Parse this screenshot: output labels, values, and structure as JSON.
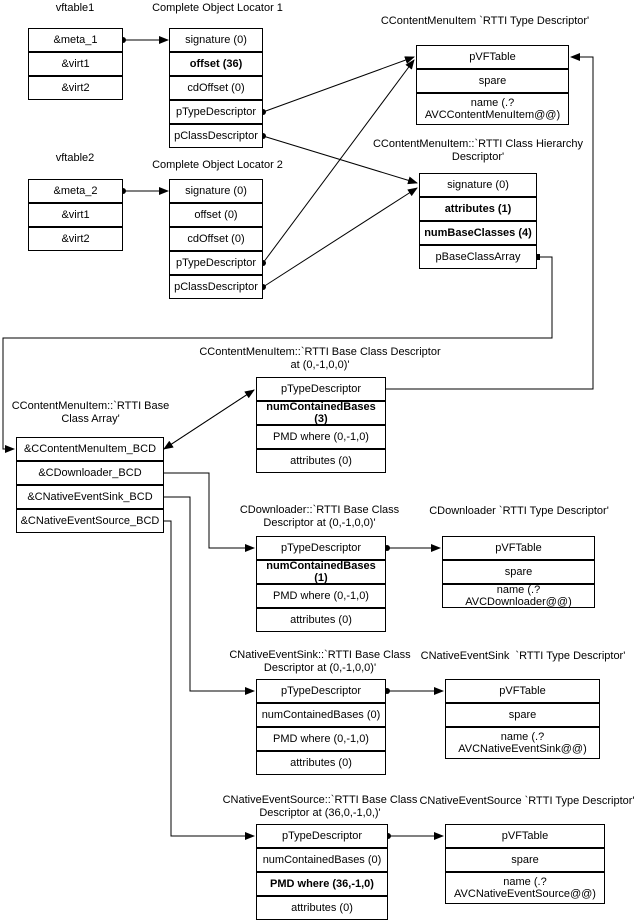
{
  "colors": {
    "line": "#000000",
    "background": "#ffffff",
    "text": "#000000"
  },
  "boxes": {
    "vftable1": {
      "title": "vftable1",
      "rows": [
        {
          "label": "&meta_1"
        },
        {
          "label": "&virt1"
        },
        {
          "label": "&virt2"
        }
      ]
    },
    "col1": {
      "title": "Complete Object Locator 1",
      "rows": [
        {
          "label": "signature (0)"
        },
        {
          "label": "offset (36)",
          "bold": true
        },
        {
          "label": "cdOffset (0)"
        },
        {
          "label": "pTypeDescriptor"
        },
        {
          "label": "pClassDescriptor"
        }
      ]
    },
    "vftable2": {
      "title": "vftable2",
      "rows": [
        {
          "label": "&meta_2"
        },
        {
          "label": "&virt1"
        },
        {
          "label": "&virt2"
        }
      ]
    },
    "col2": {
      "title": "Complete Object Locator 2",
      "rows": [
        {
          "label": "signature (0)"
        },
        {
          "label": "offset (0)"
        },
        {
          "label": "cdOffset (0)"
        },
        {
          "label": "pTypeDescriptor"
        },
        {
          "label": "pClassDescriptor"
        }
      ]
    },
    "td_menuitem": {
      "title": "CContentMenuItem `RTTI Type Descriptor'",
      "rows": [
        {
          "label": "pVFTable"
        },
        {
          "label": "spare"
        },
        {
          "label": "name (.?AVCContentMenuItem@@)"
        }
      ]
    },
    "chd": {
      "title": "CContentMenuItem::`RTTI Class Hierarchy Descriptor'",
      "rows": [
        {
          "label": "signature (0)"
        },
        {
          "label": "attributes (1)",
          "bold": true
        },
        {
          "label": "numBaseClasses (4)",
          "bold": true
        },
        {
          "label": "pBaseClassArray"
        }
      ]
    },
    "bca": {
      "title": "CContentMenuItem::`RTTI Base Class Array'",
      "rows": [
        {
          "label": "&CContentMenuItem_BCD"
        },
        {
          "label": "&CDownloader_BCD"
        },
        {
          "label": "&CNativeEventSink_BCD"
        },
        {
          "label": "&CNativeEventSource_BCD"
        }
      ]
    },
    "bcd_menuitem": {
      "title": "CContentMenuItem::`RTTI Base Class Descriptor at (0,-1,0,0)'",
      "rows": [
        {
          "label": "pTypeDescriptor"
        },
        {
          "label": "numContainedBases (3)",
          "bold": true
        },
        {
          "label": "PMD where (0,-1,0)"
        },
        {
          "label": "attributes (0)"
        }
      ]
    },
    "bcd_downloader": {
      "title": "CDownloader::`RTTI Base Class Descriptor at (0,-1,0,0)'",
      "rows": [
        {
          "label": "pTypeDescriptor"
        },
        {
          "label": "numContainedBases (1)",
          "bold": true
        },
        {
          "label": "PMD where (0,-1,0)"
        },
        {
          "label": "attributes (0)"
        }
      ]
    },
    "td_downloader": {
      "title": "CDownloader `RTTI Type Descriptor'",
      "rows": [
        {
          "label": "pVFTable"
        },
        {
          "label": "spare"
        },
        {
          "label": "name (.?AVCDownloader@@)"
        }
      ]
    },
    "bcd_sink": {
      "title": "CNativeEventSink::`RTTI Base Class Descriptor at (0,-1,0,0)'",
      "rows": [
        {
          "label": "pTypeDescriptor"
        },
        {
          "label": "numContainedBases (0)"
        },
        {
          "label": "PMD where (0,-1,0)"
        },
        {
          "label": "attributes (0)"
        }
      ]
    },
    "td_sink": {
      "title": "CNativeEventSink  `RTTI Type Descriptor'",
      "rows": [
        {
          "label": "pVFTable"
        },
        {
          "label": "spare"
        },
        {
          "label": "name (.?AVCNativeEventSink@@)"
        }
      ]
    },
    "bcd_source": {
      "title": "CNativeEventSource::`RTTI Base Class Descriptor at (36,0,-1,0,)'",
      "rows": [
        {
          "label": "pTypeDescriptor"
        },
        {
          "label": "numContainedBases (0)"
        },
        {
          "label": "PMD where (36,-1,0)",
          "bold": true
        },
        {
          "label": "attributes (0)"
        }
      ]
    },
    "td_source": {
      "title": "CNativeEventSource `RTTI Type Descriptor'",
      "rows": [
        {
          "label": "pVFTable"
        },
        {
          "label": "spare"
        },
        {
          "label": "name (.?AVCNativeEventSource@@)"
        }
      ]
    }
  }
}
